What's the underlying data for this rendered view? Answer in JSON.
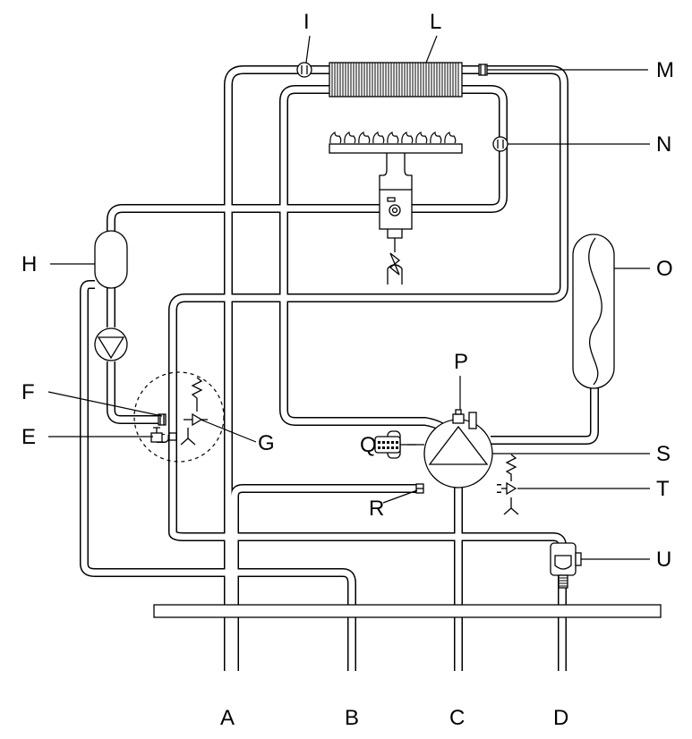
{
  "labels": {
    "A": "A",
    "B": "B",
    "C": "C",
    "D": "D",
    "E": "E",
    "F": "F",
    "G": "G",
    "H": "H",
    "I": "I",
    "L": "L",
    "M": "M",
    "N": "N",
    "O": "O",
    "P": "P",
    "Q": "Q",
    "R": "R",
    "S": "S",
    "T": "T",
    "U": "U"
  }
}
